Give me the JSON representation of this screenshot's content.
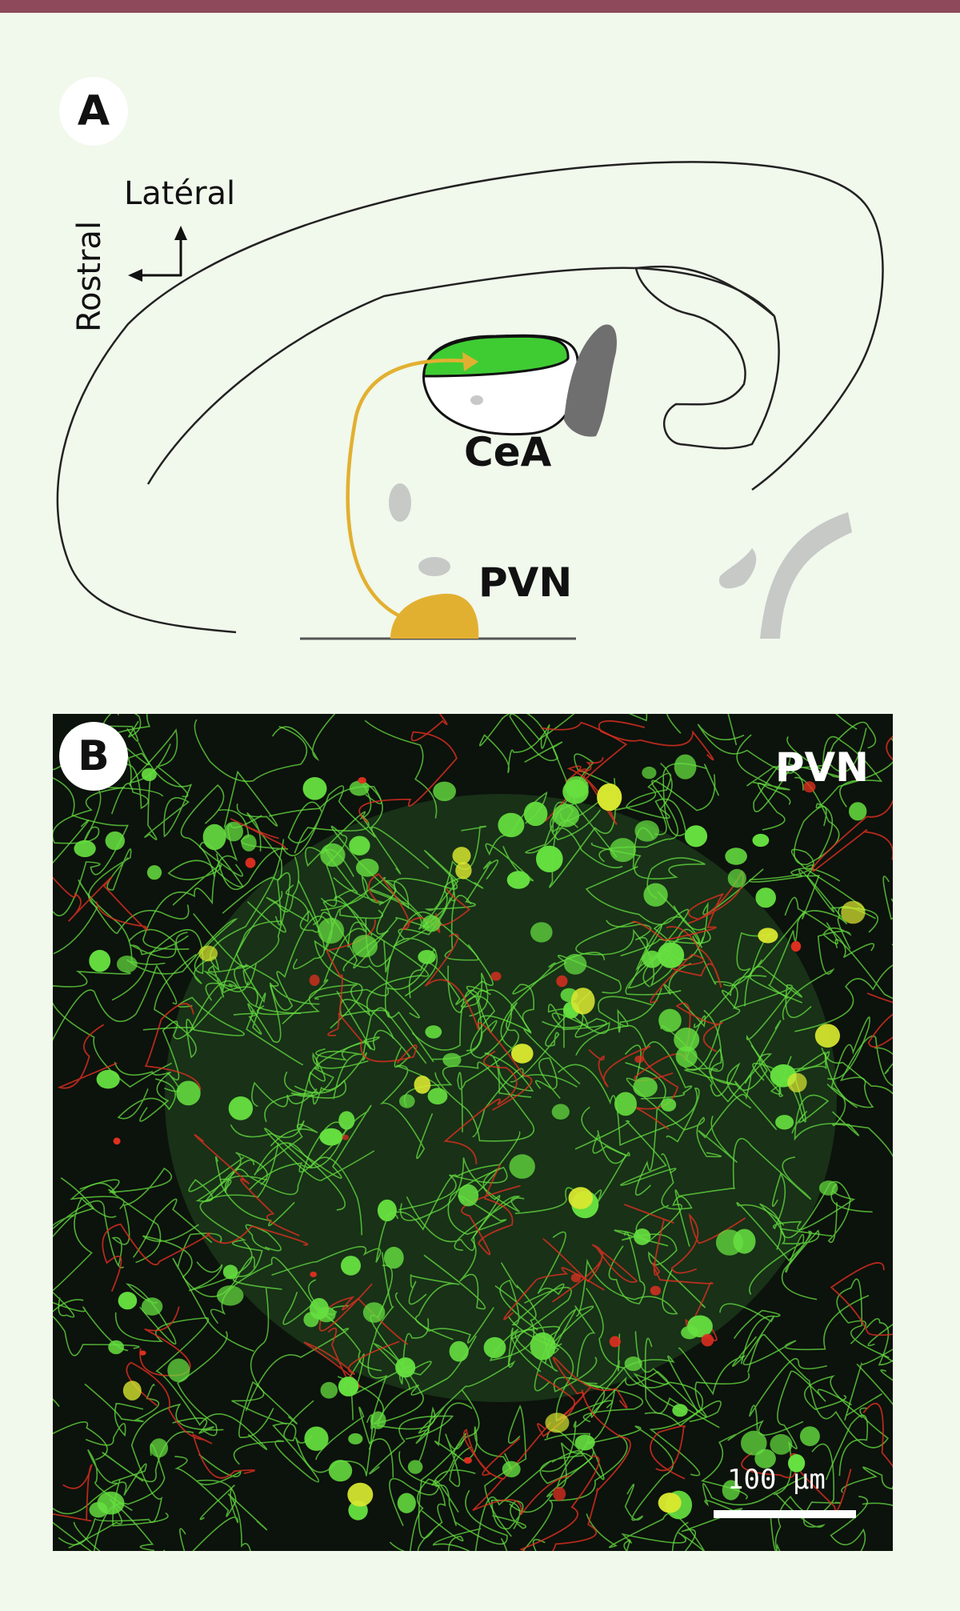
{
  "panel_a": {
    "label": "A",
    "orientation": {
      "vertical": "Latéral",
      "horizontal": "Rostral"
    },
    "regions": {
      "cea": "CeA",
      "pvn": "PVN"
    },
    "colors": {
      "cea_fill": "#3fcc33",
      "pvn_fill": "#e2b030",
      "projection": "#e2b030",
      "ventricle": "#6f6f6f",
      "structure_gray": "#c6c9c6"
    }
  },
  "panel_b": {
    "label": "B",
    "region": "PVN",
    "scale_bar": "100 μm",
    "colors": {
      "green_label": "#66e040",
      "red_label": "#e03020",
      "background": "#0c120c"
    }
  }
}
